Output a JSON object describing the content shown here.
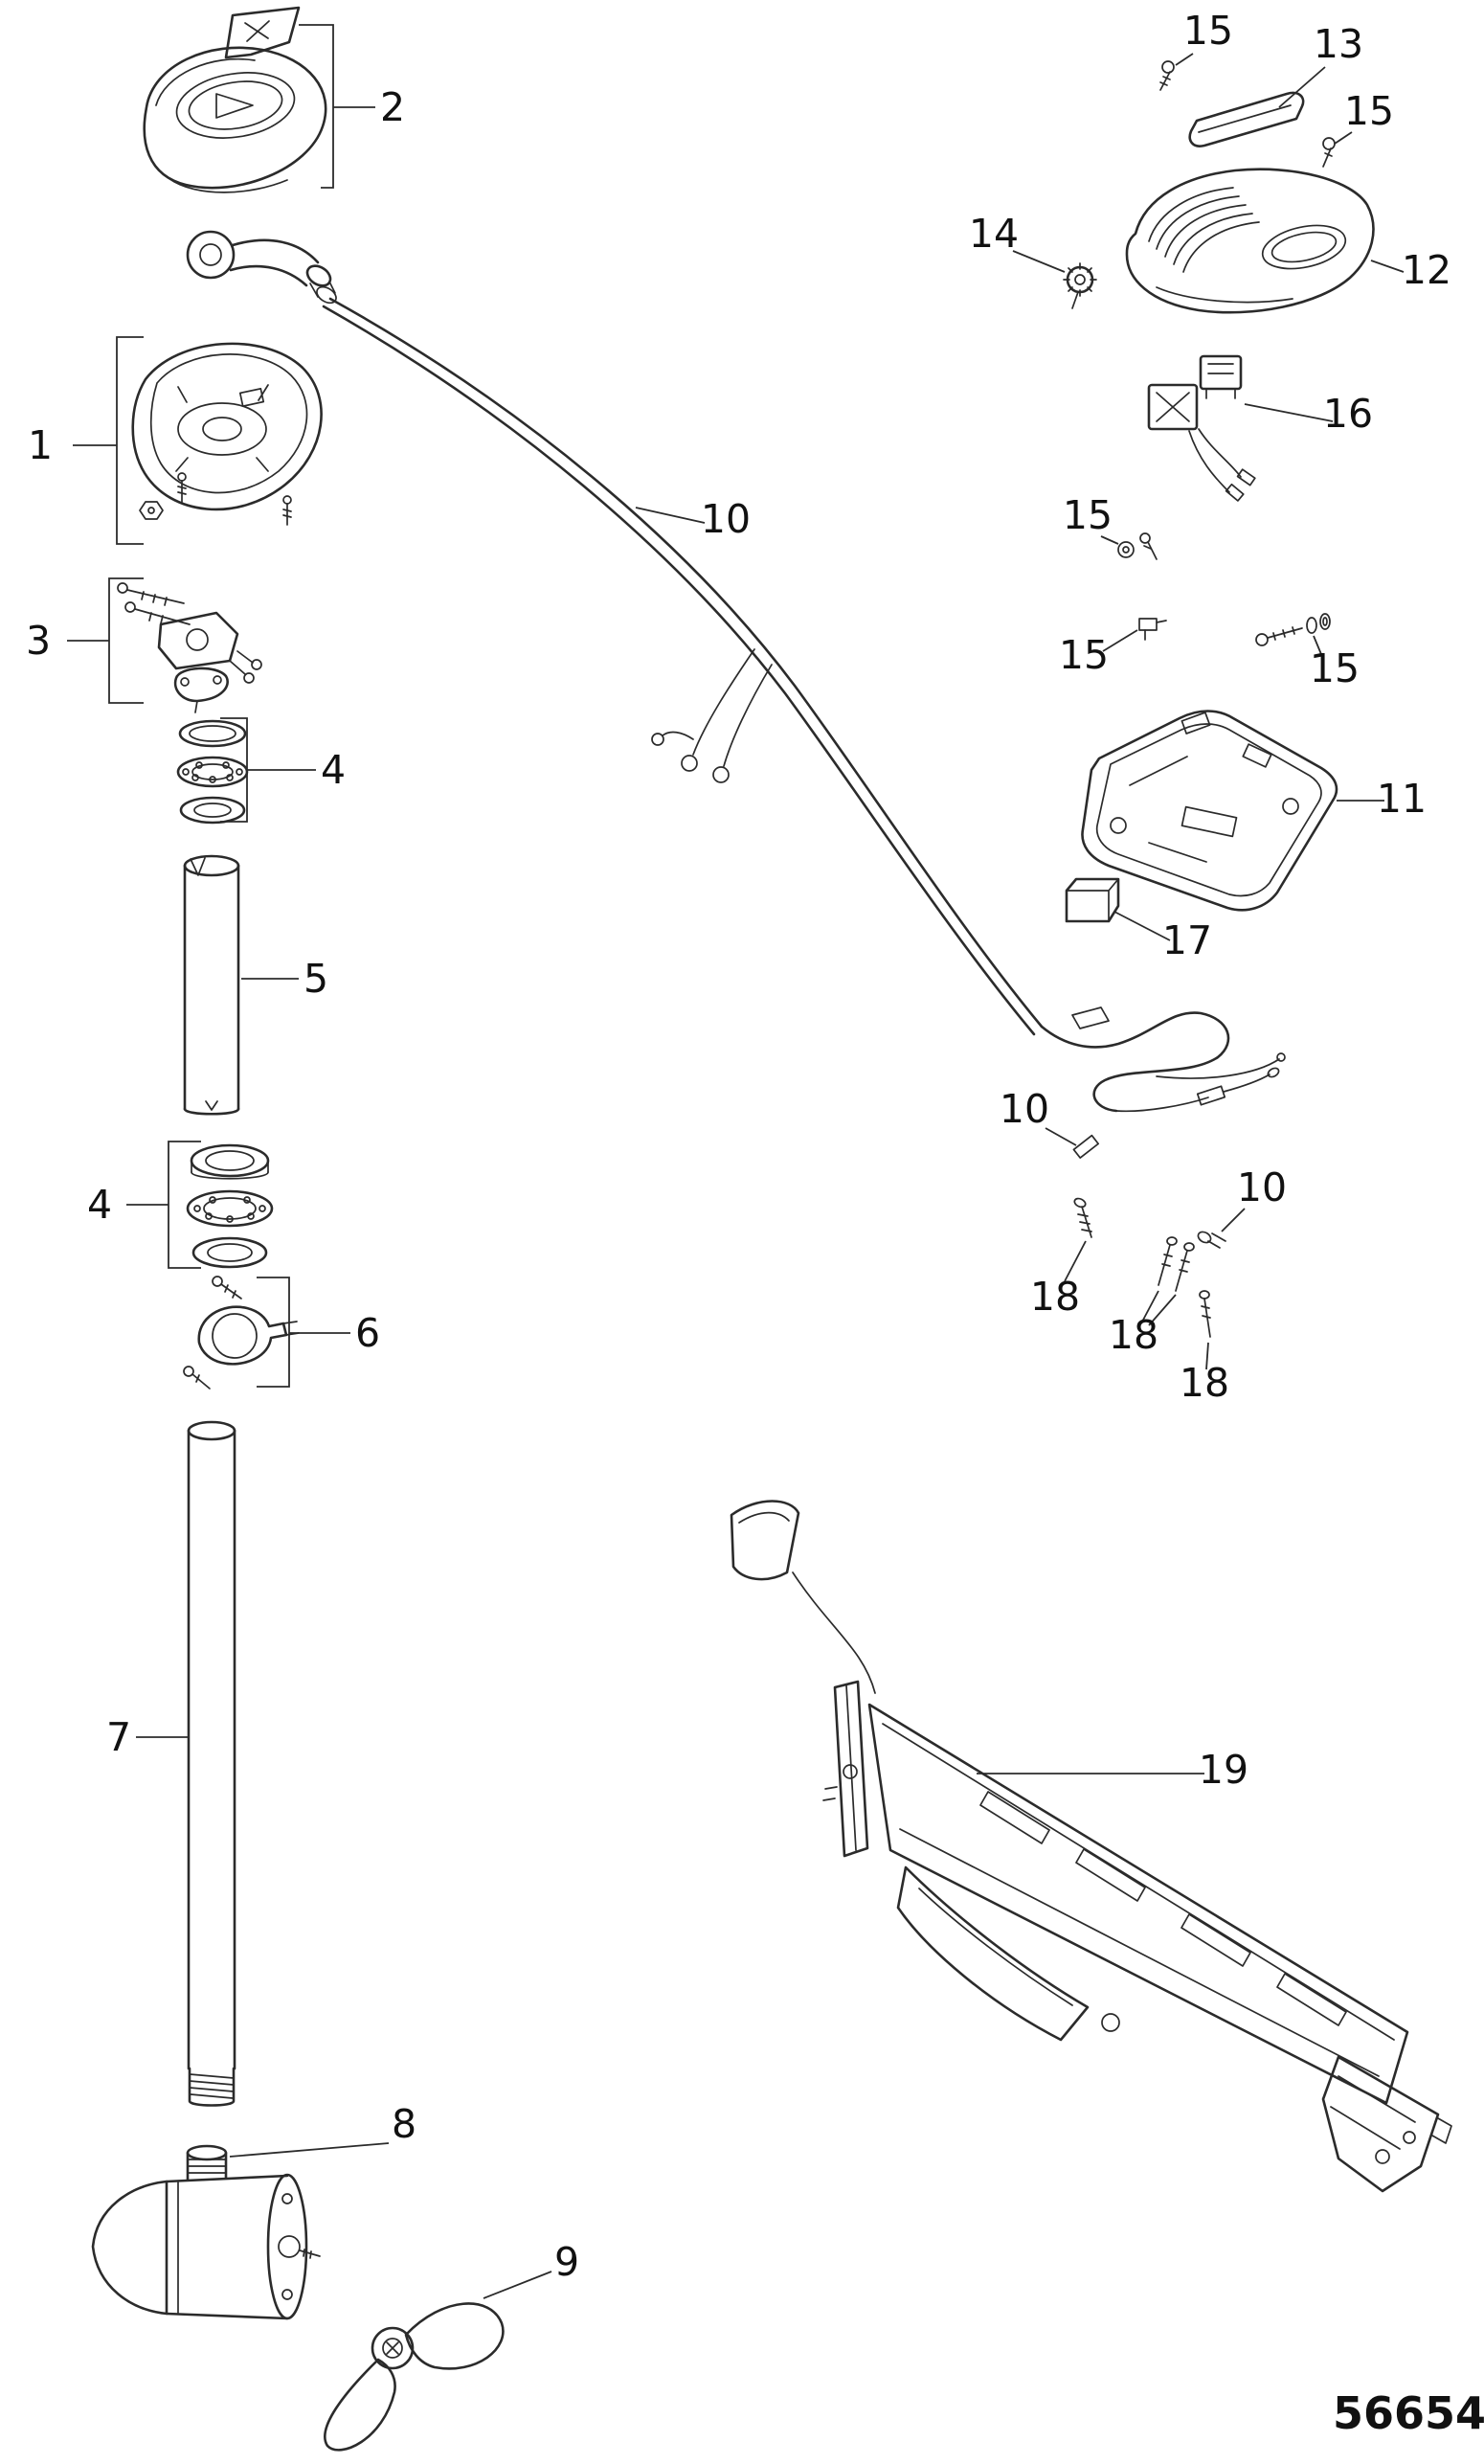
{
  "diagram": {
    "part_number": "56654",
    "callouts": {
      "c1": "1",
      "c2": "2",
      "c3": "3",
      "c4a": "4",
      "c4b": "4",
      "c5": "5",
      "c6": "6",
      "c7": "7",
      "c8": "8",
      "c9": "9",
      "c10a": "10",
      "c10b": "10",
      "c10c": "10",
      "c11": "11",
      "c12": "12",
      "c13": "13",
      "c14": "14",
      "c15a": "15",
      "c15b": "15",
      "c15c": "15",
      "c15d": "15",
      "c15e": "15",
      "c16": "16",
      "c17": "17",
      "c18a": "18",
      "c18b": "18",
      "c18c": "18",
      "c19": "19"
    }
  }
}
